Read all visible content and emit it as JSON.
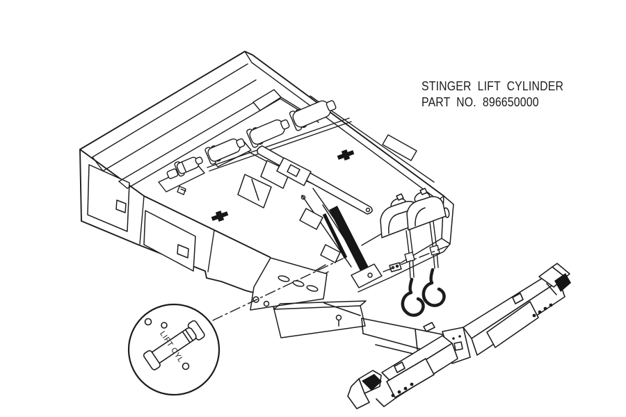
{
  "title_block": {
    "line1": "STINGER LIFT CYLINDER",
    "line2": "PART NO. 896650000"
  },
  "callout": {
    "label": "LIFT CYL"
  },
  "colors": {
    "ink": "#1c1c1c",
    "paper": "#ffffff",
    "highlight_fill": "#161616"
  }
}
